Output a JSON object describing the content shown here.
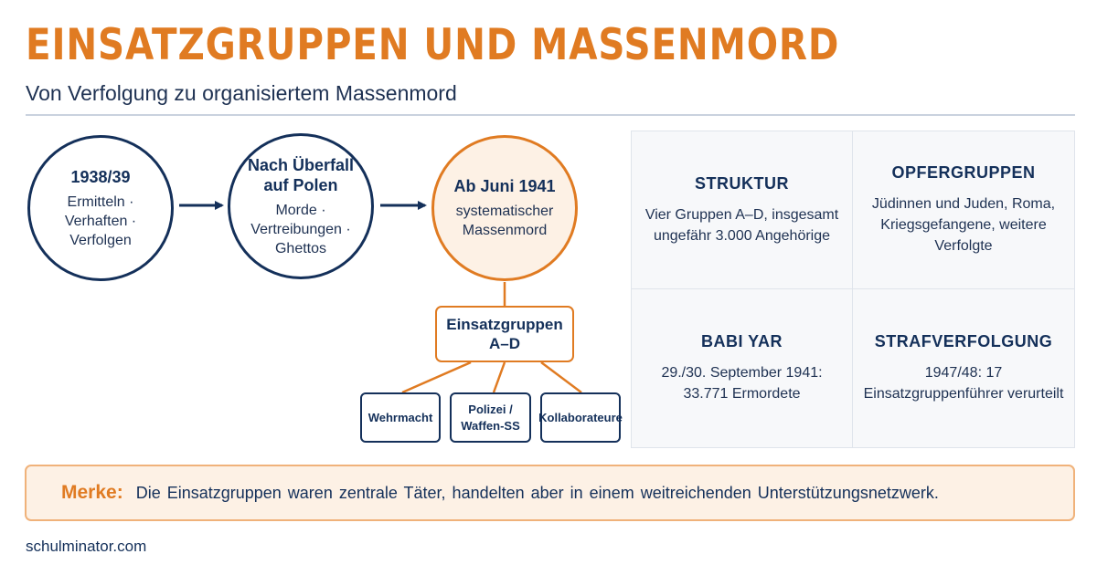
{
  "header": {
    "title": "EINSATZGRUPPEN UND MASSENMORD",
    "subtitle": "Von Verfolgung zu organisiertem Massenmord"
  },
  "flow": {
    "steps": [
      {
        "head": "1938/39",
        "body": "Ermitteln · Verhaften · Verfolgen"
      },
      {
        "head": "Nach Überfall auf Polen",
        "body": "Morde · Vertreibungen · Ghettos"
      },
      {
        "head": "Ab Juni 1941",
        "body": "systematischer Massenmord"
      }
    ],
    "einsatz": "Einsatzgruppen A–D",
    "support": [
      "Wehrmacht",
      "Polizei / Waffen-SS",
      "Kollaborateure"
    ]
  },
  "facts": [
    {
      "head": "STRUKTUR",
      "body": "Vier Gruppen A–D, insgesamt ungefähr 3.000 Angehörige"
    },
    {
      "head": "OPFERGRUPPEN",
      "body": "Jüdinnen und Juden, Roma, Kriegsgefangene, weitere Verfolgte"
    },
    {
      "head": "BABI YAR",
      "body": "29./30. September 1941: 33.771 Ermordete"
    },
    {
      "head": "STRAFVERFOLGUNG",
      "body": "1947/48: 17 Einsatzgruppenführer verurteilt"
    }
  ],
  "note": {
    "label": "Merke:",
    "text": "Die Einsatzgruppen waren zentrale Täter, handelten aber in einem weitreichenden Unterstützungsnetzwerk."
  },
  "footer": {
    "site": "schulminator.com"
  },
  "colors": {
    "accent": "#e07b22",
    "navy": "#14305a",
    "note_bg": "#fdf1e5"
  }
}
